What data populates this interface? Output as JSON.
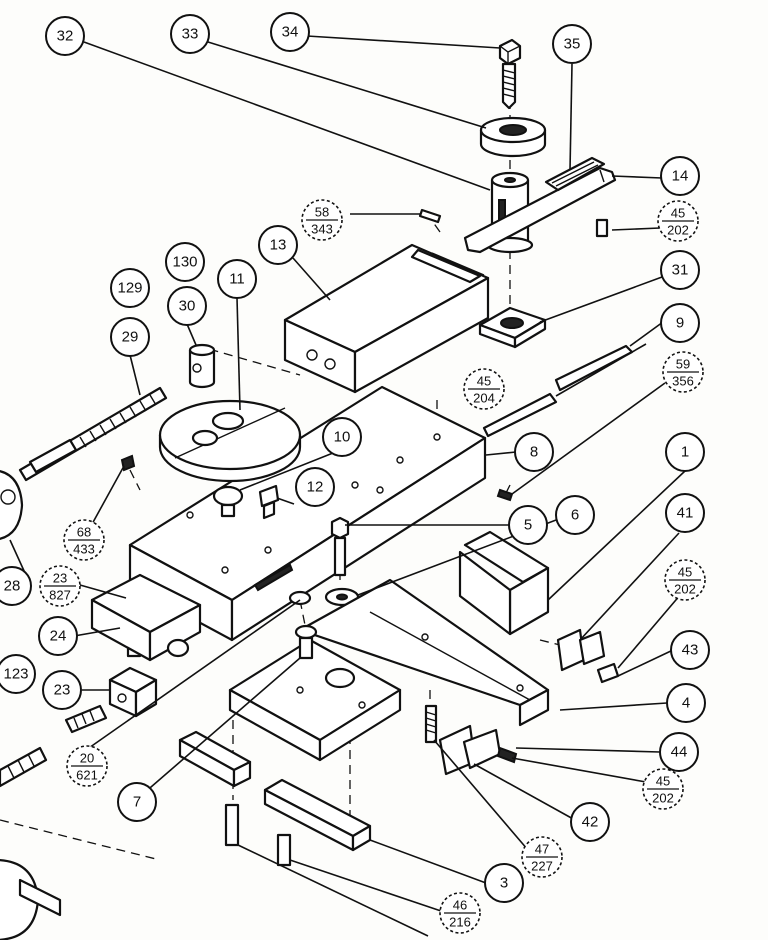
{
  "callouts": [
    {
      "id": "c-32",
      "label": "32"
    },
    {
      "id": "c-33",
      "label": "33"
    },
    {
      "id": "c-34",
      "label": "34"
    },
    {
      "id": "c-35",
      "label": "35"
    },
    {
      "id": "c-14",
      "label": "14"
    },
    {
      "id": "c-13",
      "label": "13"
    },
    {
      "id": "c-31",
      "label": "31"
    },
    {
      "id": "c-130",
      "label": "130"
    },
    {
      "id": "c-11",
      "label": "11"
    },
    {
      "id": "c-129",
      "label": "129"
    },
    {
      "id": "c-30",
      "label": "30"
    },
    {
      "id": "c-29",
      "label": "29"
    },
    {
      "id": "c-9",
      "label": "9"
    },
    {
      "id": "c-10",
      "label": "10"
    },
    {
      "id": "c-8",
      "label": "8"
    },
    {
      "id": "c-1",
      "label": "1"
    },
    {
      "id": "c-12",
      "label": "12"
    },
    {
      "id": "c-5",
      "label": "5"
    },
    {
      "id": "c-6",
      "label": "6"
    },
    {
      "id": "c-41",
      "label": "41"
    },
    {
      "id": "c-28",
      "label": "28"
    },
    {
      "id": "c-24",
      "label": "24"
    },
    {
      "id": "c-43",
      "label": "43"
    },
    {
      "id": "c-123",
      "label": "123"
    },
    {
      "id": "c-23",
      "label": "23"
    },
    {
      "id": "c-4",
      "label": "4"
    },
    {
      "id": "c-44",
      "label": "44"
    },
    {
      "id": "c-7",
      "label": "7"
    },
    {
      "id": "c-42",
      "label": "42"
    },
    {
      "id": "c-3",
      "label": "3"
    }
  ],
  "references": [
    {
      "id": "r-58-343",
      "top": "58",
      "bottom": "343"
    },
    {
      "id": "r-45-202-a",
      "top": "45",
      "bottom": "202"
    },
    {
      "id": "r-45-204",
      "top": "45",
      "bottom": "204"
    },
    {
      "id": "r-59-356",
      "top": "59",
      "bottom": "356"
    },
    {
      "id": "r-68-433",
      "top": "68",
      "bottom": "433"
    },
    {
      "id": "r-23-827",
      "top": "23",
      "bottom": "827"
    },
    {
      "id": "r-45-202-b",
      "top": "45",
      "bottom": "202"
    },
    {
      "id": "r-20-621",
      "top": "20",
      "bottom": "621"
    },
    {
      "id": "r-45-202-c",
      "top": "45",
      "bottom": "202"
    },
    {
      "id": "r-47-227",
      "top": "47",
      "bottom": "227"
    },
    {
      "id": "r-46-216",
      "top": "46",
      "bottom": "216"
    }
  ]
}
